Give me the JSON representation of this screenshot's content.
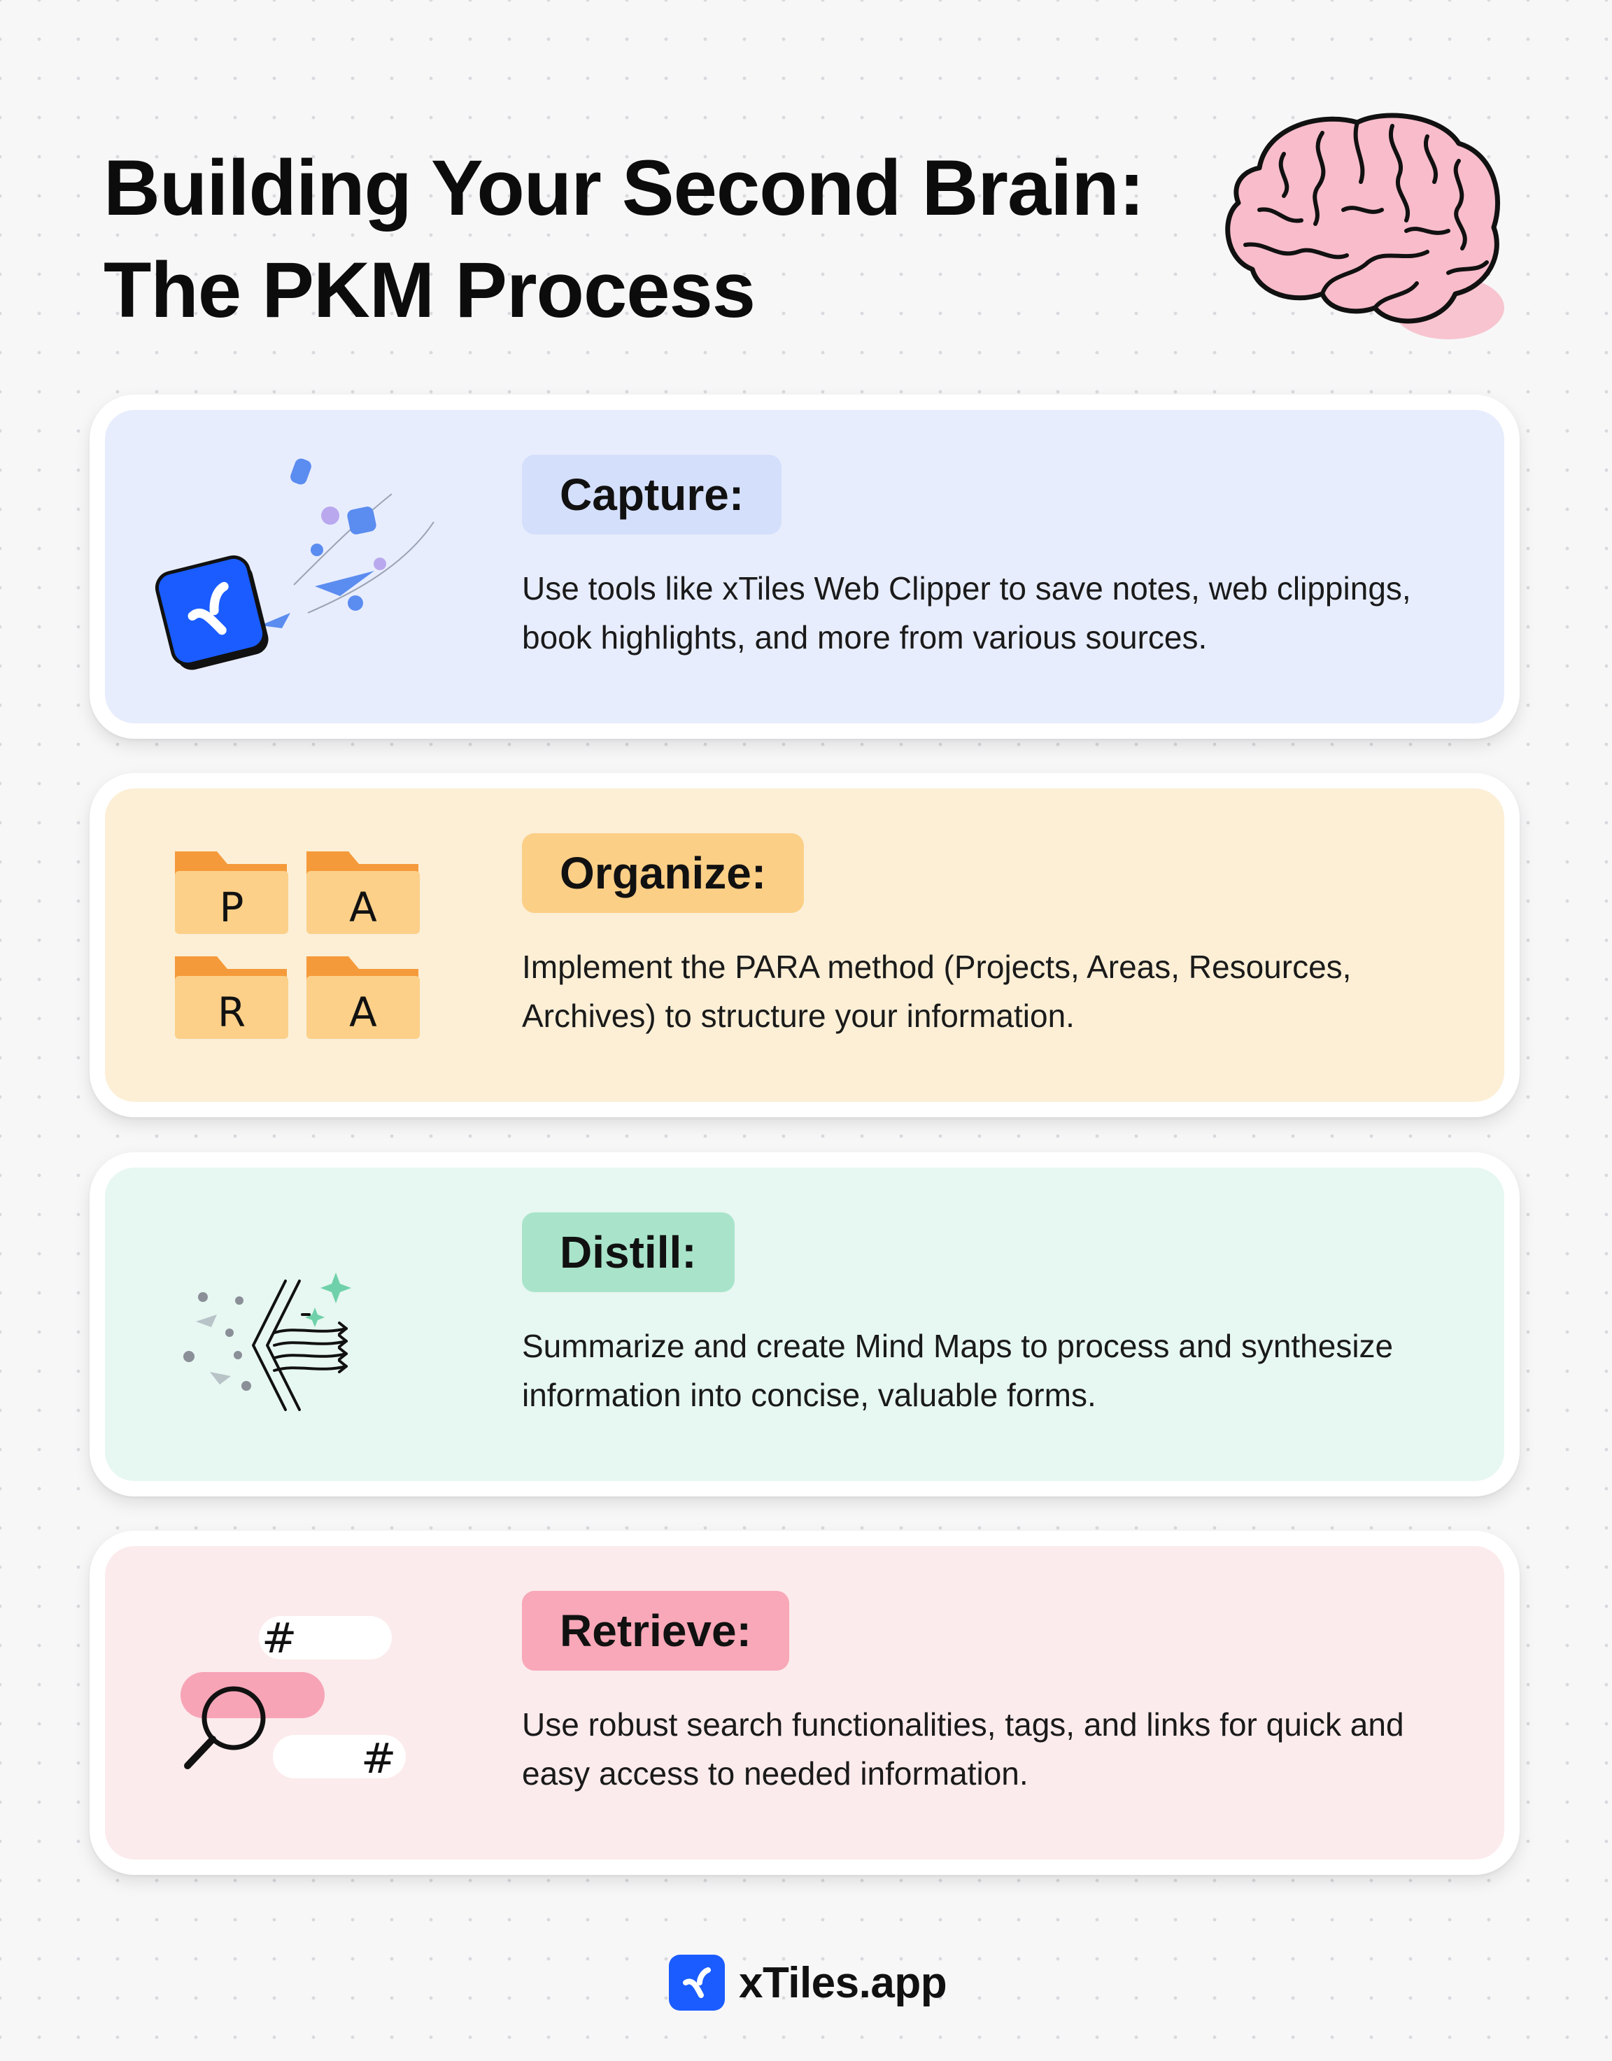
{
  "header": {
    "title_line1": "Building Your Second Brain:",
    "title_line2": "The PKM Process",
    "icon": "brain-icon"
  },
  "steps": [
    {
      "label": "Capture:",
      "description": "Use tools like xTiles Web Clipper to save notes, web clippings, book highlights, and more from various sources.",
      "icon": "web-clipper-icon",
      "card_color": "#e8edfd",
      "badge_color": "#d4dffb"
    },
    {
      "label": "Organize:",
      "description": "Implement the PARA method (Projects, Areas, Resources, Archives) to structure your information.",
      "icon": "para-folders-icon",
      "folders": [
        "P",
        "A",
        "R",
        "A"
      ],
      "card_color": "#fcefd6",
      "badge_color": "#fccf87"
    },
    {
      "label": "Distill:",
      "description": "Summarize and create Mind Maps to process and synthesize information into concise, valuable forms.",
      "icon": "distill-funnel-icon",
      "card_color": "#e7f7f1",
      "badge_color": "#a9e4ca"
    },
    {
      "label": "Retrieve:",
      "description": "Use robust search functionalities, tags, and links for quick and easy access to needed information.",
      "icon": "search-tags-icon",
      "tags": [
        "#",
        "#"
      ],
      "card_color": "#fcebec",
      "badge_color": "#f8a8b8"
    }
  ],
  "footer": {
    "brand": "xTiles.app",
    "icon": "xtiles-logo-icon",
    "brand_color": "#1a5cff"
  }
}
